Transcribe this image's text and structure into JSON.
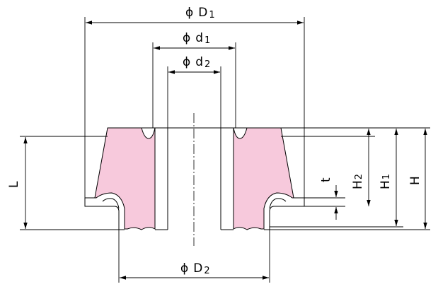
{
  "dimensions": {
    "D1": {
      "symbol": "ϕ",
      "letter": "D",
      "sub": "1"
    },
    "d1": {
      "symbol": "ϕ",
      "letter": "d",
      "sub": "1"
    },
    "d2": {
      "symbol": "ϕ",
      "letter": "d",
      "sub": "2"
    },
    "D2": {
      "symbol": "ϕ",
      "letter": "D",
      "sub": "2"
    },
    "L": {
      "letter": "L"
    },
    "t": {
      "letter": "t"
    },
    "H2": {
      "letter": "H",
      "sub": "2"
    },
    "H1": {
      "letter": "H",
      "sub": "1"
    },
    "H": {
      "letter": "H"
    }
  },
  "colors": {
    "part_fill": "#f7c9dc",
    "line": "#000000"
  }
}
